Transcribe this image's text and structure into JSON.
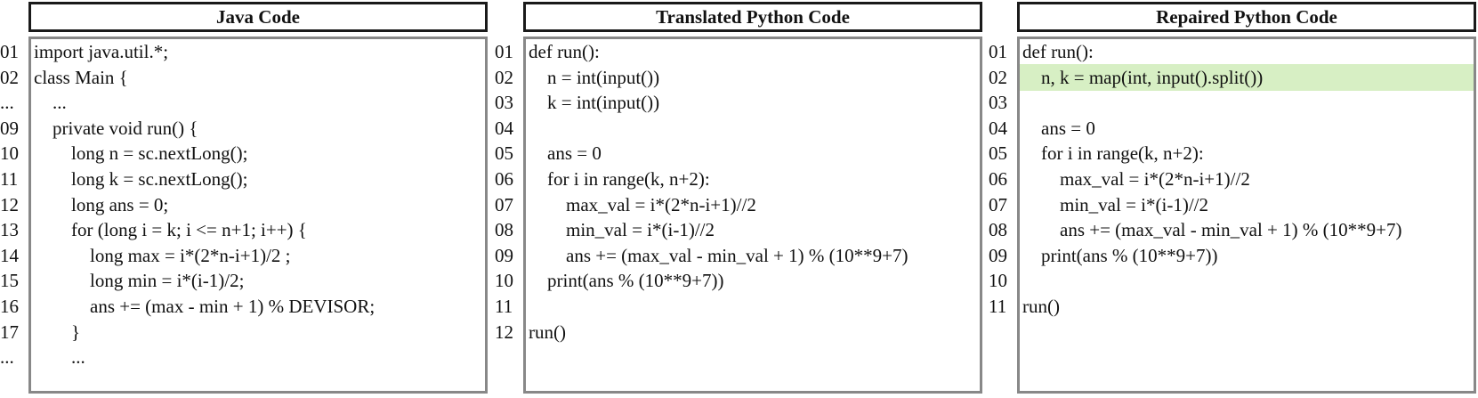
{
  "colors": {
    "highlight": "#d7efc4",
    "header_border": "#1a1a1a",
    "box_border": "#888888"
  },
  "panels": [
    {
      "title": "Java Code",
      "lines": [
        {
          "no": "01",
          "code": "import java.util.*;"
        },
        {
          "no": "02",
          "code": "class Main {"
        },
        {
          "no": "...",
          "code": "    ..."
        },
        {
          "no": "09",
          "code": "    private void run() {"
        },
        {
          "no": "10",
          "code": "        long n = sc.nextLong();"
        },
        {
          "no": "11",
          "code": "        long k = sc.nextLong();"
        },
        {
          "no": "12",
          "code": "        long ans = 0;"
        },
        {
          "no": "13",
          "code": "        for (long i = k; i <= n+1; i++) {"
        },
        {
          "no": "14",
          "code": "            long max = i*(2*n-i+1)/2 ;"
        },
        {
          "no": "15",
          "code": "            long min = i*(i-1)/2;"
        },
        {
          "no": "16",
          "code": "            ans += (max - min + 1) % DEVISOR;"
        },
        {
          "no": "17",
          "code": "        }"
        },
        {
          "no": "...",
          "code": "        ..."
        }
      ]
    },
    {
      "title": "Translated Python Code",
      "lines": [
        {
          "no": "01",
          "code": "def run():"
        },
        {
          "no": "02",
          "code": "    n = int(input())"
        },
        {
          "no": "03",
          "code": "    k = int(input())"
        },
        {
          "no": "04",
          "code": ""
        },
        {
          "no": "05",
          "code": "    ans = 0"
        },
        {
          "no": "06",
          "code": "    for i in range(k, n+2):"
        },
        {
          "no": "07",
          "code": "        max_val = i*(2*n-i+1)//2"
        },
        {
          "no": "08",
          "code": "        min_val = i*(i-1)//2"
        },
        {
          "no": "09",
          "code": "        ans += (max_val - min_val + 1) % (10**9+7)"
        },
        {
          "no": "10",
          "code": "    print(ans % (10**9+7))"
        },
        {
          "no": "11",
          "code": ""
        },
        {
          "no": "12",
          "code": "run()"
        }
      ]
    },
    {
      "title": "Repaired Python Code",
      "lines": [
        {
          "no": "01",
          "code": "def run():"
        },
        {
          "no": "02",
          "code": "    n, k = map(int, input().split())",
          "highlight": true
        },
        {
          "no": "03",
          "code": ""
        },
        {
          "no": "04",
          "code": "    ans = 0"
        },
        {
          "no": "05",
          "code": "    for i in range(k, n+2):"
        },
        {
          "no": "06",
          "code": "        max_val = i*(2*n-i+1)//2"
        },
        {
          "no": "07",
          "code": "        min_val = i*(i-1)//2"
        },
        {
          "no": "08",
          "code": "        ans += (max_val - min_val + 1) % (10**9+7)"
        },
        {
          "no": "09",
          "code": "    print(ans % (10**9+7))"
        },
        {
          "no": "10",
          "code": ""
        },
        {
          "no": "11",
          "code": "run()"
        }
      ]
    }
  ]
}
